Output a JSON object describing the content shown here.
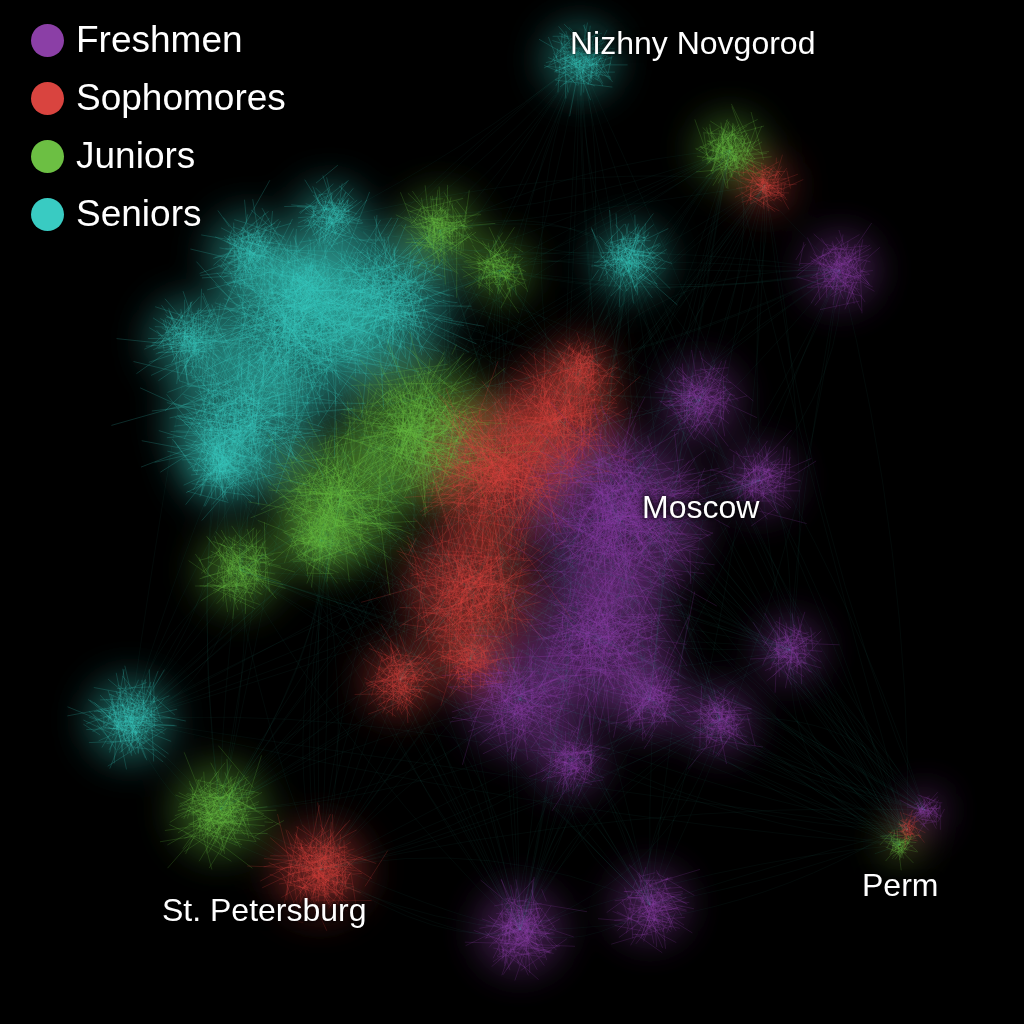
{
  "diagram": {
    "labels": [
      "Nizhny Novgorod",
      "Moscow",
      "St. Petersburg",
      "Perm"
    ],
    "legend": [
      {
        "text": "Freshmen",
        "color": "#8b3fa6"
      },
      {
        "text": "Sophomores",
        "color": "#d9443f"
      },
      {
        "text": "Juniors",
        "color": "#6cbf43"
      },
      {
        "text": "Seniors",
        "color": "#39cbc2"
      }
    ]
  }
}
